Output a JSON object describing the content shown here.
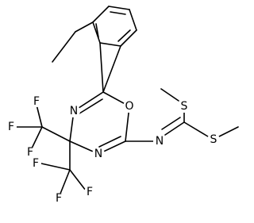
{
  "atoms": {
    "O1": "O",
    "N_upper": "N",
    "N_lower": "N",
    "N_imine": "N",
    "S_upper": "S",
    "S_lower": "S",
    "F1": "F",
    "F2": "F",
    "F3": "F",
    "F4": "F",
    "F5": "F",
    "F6": "F"
  },
  "colors": {
    "bond": "#000000",
    "label": "#000000",
    "background": "#ffffff"
  }
}
